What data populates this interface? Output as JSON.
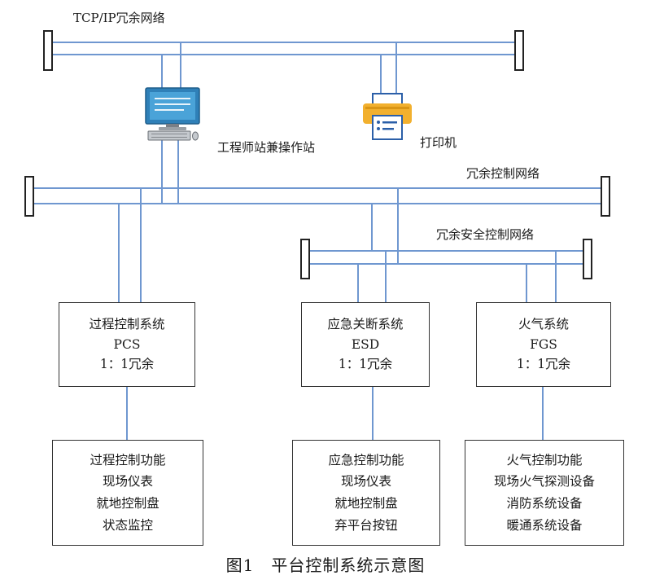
{
  "networks": {
    "tcp_ip": "TCP/IP冗余网络",
    "control": "冗余控制网络",
    "safety_control": "冗余安全控制网络"
  },
  "devices": {
    "engineer_station": "工程师站兼操作站",
    "printer": "打印机"
  },
  "systems": [
    {
      "lines": [
        "过程控制系统",
        "PCS",
        "1：1冗余"
      ]
    },
    {
      "lines": [
        "应急关断系统",
        "ESD",
        "1：1冗余"
      ]
    },
    {
      "lines": [
        "火气系统",
        "FGS",
        "1：1冗余"
      ]
    }
  ],
  "functions": [
    {
      "lines": [
        "过程控制功能",
        "现场仪表",
        "就地控制盘",
        "状态监控"
      ]
    },
    {
      "lines": [
        "应急控制功能",
        "现场仪表",
        "就地控制盘",
        "弃平台按钮"
      ]
    },
    {
      "lines": [
        "火气控制功能",
        "现场火气探测设备",
        "消防系统设备",
        "暖通系统设备"
      ]
    }
  ],
  "caption": "图1　平台控制系统示意图",
  "colors": {
    "network_line": "#6f97d0",
    "box_border": "#333333",
    "monitor": "#2f80b8",
    "printer_body": "#2b5fa8",
    "printer_tray": "#f2b02e"
  },
  "icons": [
    "computer-icon",
    "printer-icon"
  ]
}
